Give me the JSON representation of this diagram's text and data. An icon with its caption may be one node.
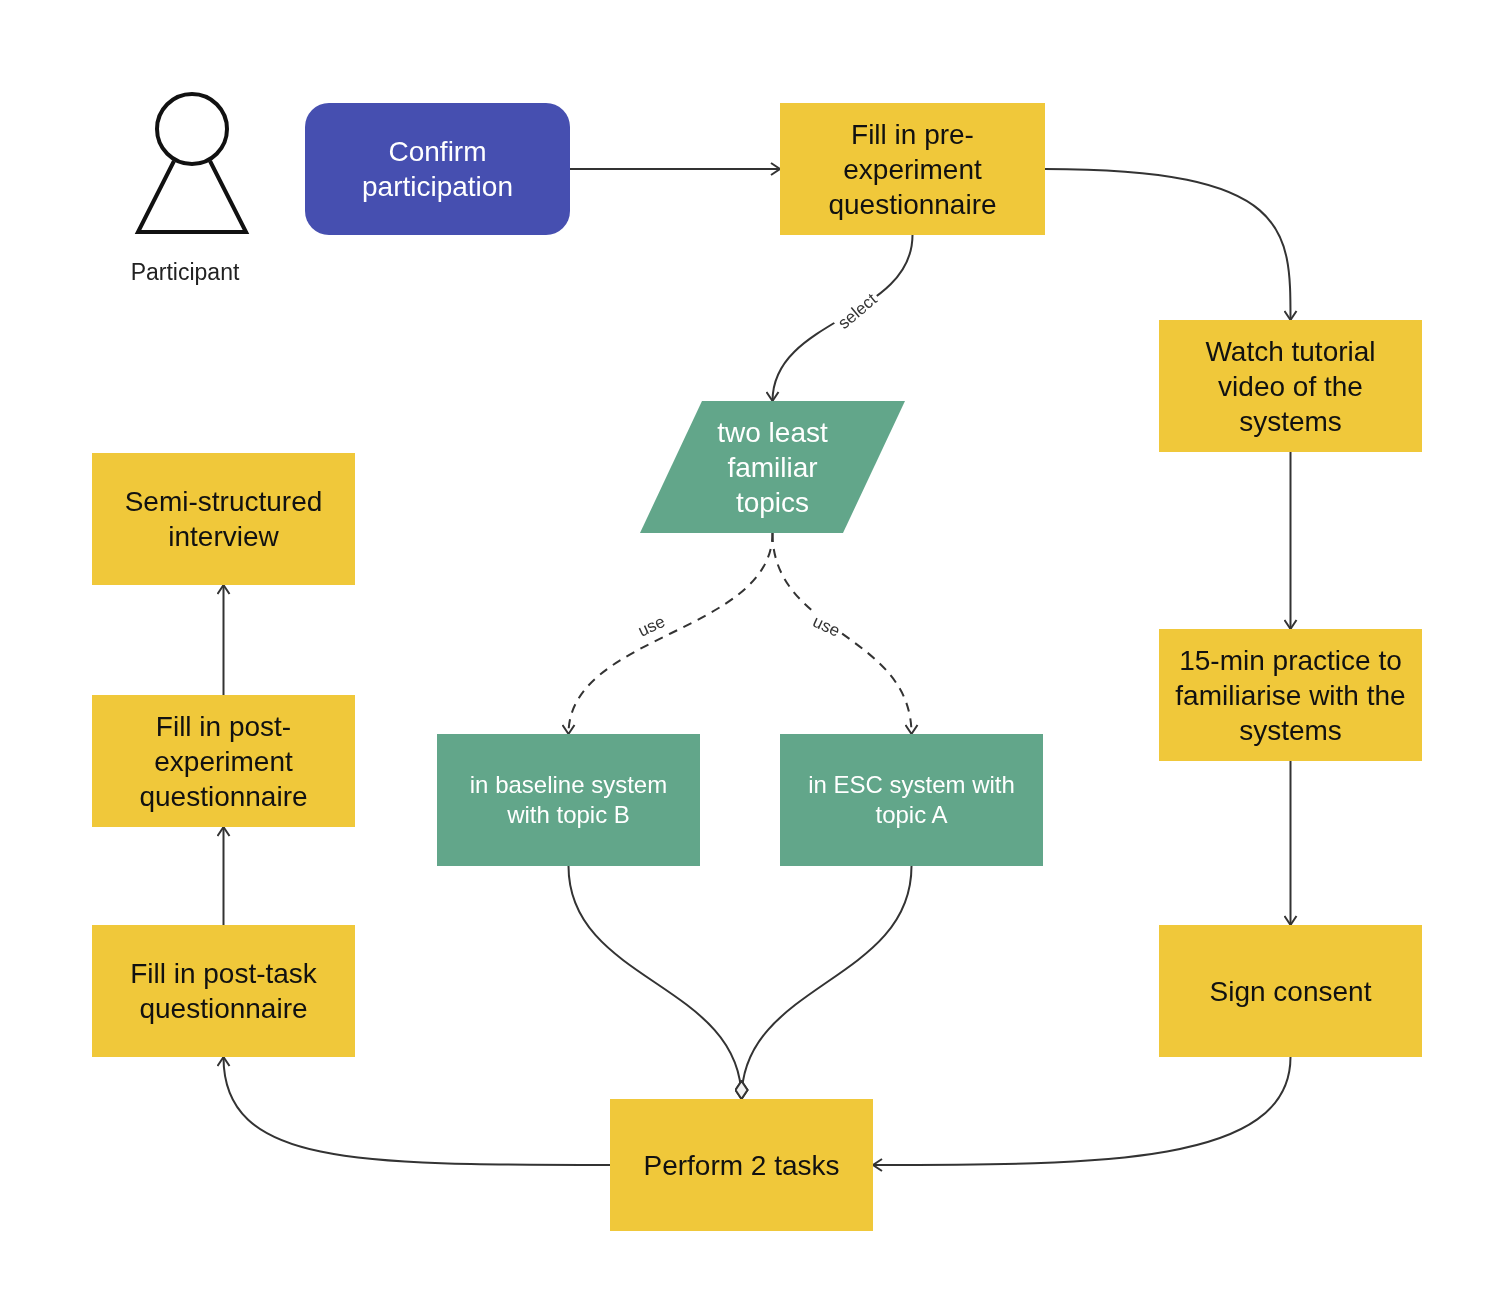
{
  "diagram": {
    "nodes": [
      {
        "text": [
          "Participant"
        ]
      },
      {
        "text": [
          "Confirm participation"
        ]
      },
      {
        "text": [
          "Fill in pre-experiment questionnaire"
        ]
      },
      {
        "text": [
          "Watch tutorial video of the systems"
        ]
      },
      {
        "text": [
          "two least familiar topics"
        ]
      },
      {
        "text": [
          "Semi-structured interview"
        ]
      },
      {
        "text": [
          "Fill in post-experiment questionnaire"
        ]
      },
      {
        "text": [
          "in baseline system with topic B"
        ]
      },
      {
        "text": [
          "in ESC system with topic A"
        ]
      },
      {
        "text": [
          "15-min practice to familiarise with the systems"
        ]
      },
      {
        "text": [
          "Fill in post-task questionnaire"
        ]
      },
      {
        "text": [
          "Sign consent"
        ]
      },
      {
        "text": [
          "Perform 2 tasks"
        ]
      }
    ],
    "edges": [
      {
        "from": 1,
        "to": 2,
        "arrow": "to"
      },
      {
        "from": 2,
        "to": 3,
        "arrow": "to"
      },
      {
        "from": 2,
        "to": 4,
        "arrow": "to",
        "label": "select"
      },
      {
        "from": 4,
        "to": 7,
        "arrow": "to",
        "label": "use",
        "style": "dashed"
      },
      {
        "from": 4,
        "to": 8,
        "arrow": "to",
        "label": "use",
        "style": "dashed"
      },
      {
        "from": 3,
        "to": 9,
        "arrow": "to"
      },
      {
        "from": 9,
        "to": 11,
        "arrow": "to"
      },
      {
        "from": 11,
        "to": 12,
        "arrow": "to"
      },
      {
        "from": 7,
        "to": 12,
        "arrow": "other"
      },
      {
        "from": 8,
        "to": 12,
        "arrow": "other"
      },
      {
        "from": 12,
        "to": 10,
        "arrow": "to"
      },
      {
        "from": 10,
        "to": 6,
        "arrow": "to"
      },
      {
        "from": 6,
        "to": 5,
        "arrow": "to"
      }
    ]
  }
}
